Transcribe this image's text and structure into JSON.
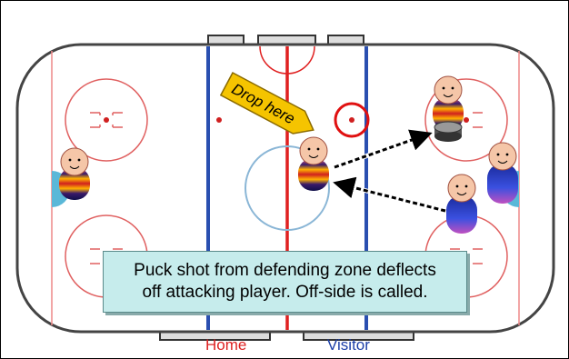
{
  "callout": {
    "label": "Drop here"
  },
  "caption": {
    "line1": "Puck shot from defending zone deflects",
    "line2": "off attacking player. Off-side is called."
  },
  "benches": {
    "home": "Home",
    "visitor": "Visitor"
  },
  "colors": {
    "red_line": "#e02020",
    "blue_line": "#2a4fb0",
    "board": "#444444",
    "caption_bg": "#c6ecec",
    "callout_bg": "#f5c400",
    "target_ring": "#e01010"
  }
}
